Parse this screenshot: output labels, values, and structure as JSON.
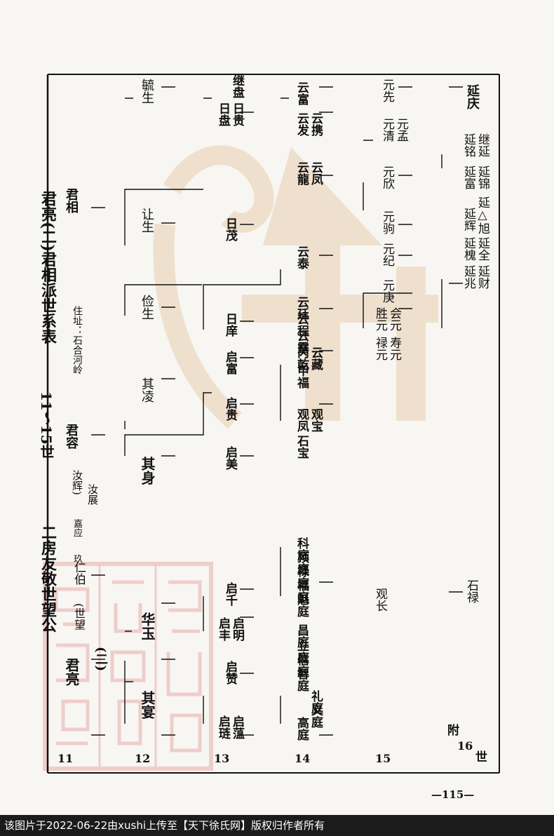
{
  "header": {
    "left": "二房友敬世望公",
    "center": "11～15世",
    "right": "君亮(二)君相派世系表"
  },
  "generations": {
    "g11": "11",
    "g12": "12",
    "g13": "13",
    "g14": "14",
    "g15": "15",
    "appendix": "附",
    "g16": "16",
    "shi": "世"
  },
  "gen11": {
    "junliang": "君亮",
    "junliang_note": "(二)",
    "shiwang": "(世望",
    "ren": "仁伯",
    "jiu": "玖",
    "jiaying": "嘉应",
    "ruhui": "汝辉)",
    "ruzhan": "汝展",
    "junrong": "君容",
    "address": "住址：石合河岭",
    "junxiang": "君相"
  },
  "gen12": {
    "qian": "其宴",
    "hua": "华玉",
    "qishen": "其身",
    "qiling": "其凌",
    "quan": "俭生",
    "rang": "让生",
    "yu": "毓生"
  },
  "gen13": {
    "qi_yan": "启琏",
    "qi_yun": "启蕰",
    "qi_zan": "启赞",
    "qi_feng": "启丰",
    "qi_ming": "启明",
    "qi_qian": "启千",
    "qi_mei": "启美",
    "qi_gui": "启贵",
    "qi_fu": "启富",
    "ri_xiang": "日庠",
    "ri_mao": "日茂",
    "ri_pan": "日盘",
    "ri_gui": "日贵",
    "ji_pan": "继盘"
  },
  "gen14": {
    "ting_gao": "高庭",
    "ting_yi": "义庭",
    "ting_li": "礼庭",
    "ting_zhi": "智庭",
    "ting_xin": "信庭",
    "ting_li2": "立庭",
    "ting_chang": "昌庭",
    "ting_kui": "魁庭",
    "ting_fu": "福庭",
    "ting_lu": "禄庭",
    "ting_ding": "顶庭",
    "ting_ke": "科庭",
    "shi_bao": "石宝",
    "guan_feng": "观凤",
    "guan_bao": "观宝",
    "jia_fu": "甲福",
    "bing_qian": "丙乾",
    "yun_zang": "云藏",
    "yun_lu": "云露",
    "yun_cheng": "云程",
    "yun_ting": "云廷",
    "yun_tai": "云泰",
    "yun_long": "云龍",
    "yun_feng": "云凤",
    "yun_fa": "云发",
    "yun_sen": "云携",
    "yun_fu": "云富"
  },
  "gen15": {
    "guan_chang": "观长",
    "lu_yuan": "禄元",
    "shou_yuan": "寿元",
    "sheng_yuan": "胜元",
    "hui_yuan": "会元",
    "yuan_geng": "元庚",
    "yuan_ji": "元纪",
    "yuan_xiang": "元驹",
    "yuan_xin": "元欣",
    "yuan_qing": "元清",
    "yuan_meng": "元孟",
    "yuan_xian": "元先"
  },
  "gen16": {
    "shi_lu": "石禄",
    "yan_zhao": "延兆",
    "yan_cai": "延财",
    "yan_huai": "延槐",
    "yan_quan": "延全",
    "yan_hui": "延辉",
    "yan_xu": "延△旭",
    "yan_fu": "延富",
    "yan_jin": "延锦",
    "yan_ming": "延铭",
    "ji_yan": "继延",
    "yan_qing": "延庆"
  },
  "page_number": "—115—",
  "footer": "该图片于2022-06-22由xushi上传至【天下徐氏网】版权归作者所有",
  "colors": {
    "background": "#f7f6f2",
    "watermark": "#e3b98c",
    "seal": "#e6a5a5",
    "footer_bg": "#1b1b1b"
  }
}
